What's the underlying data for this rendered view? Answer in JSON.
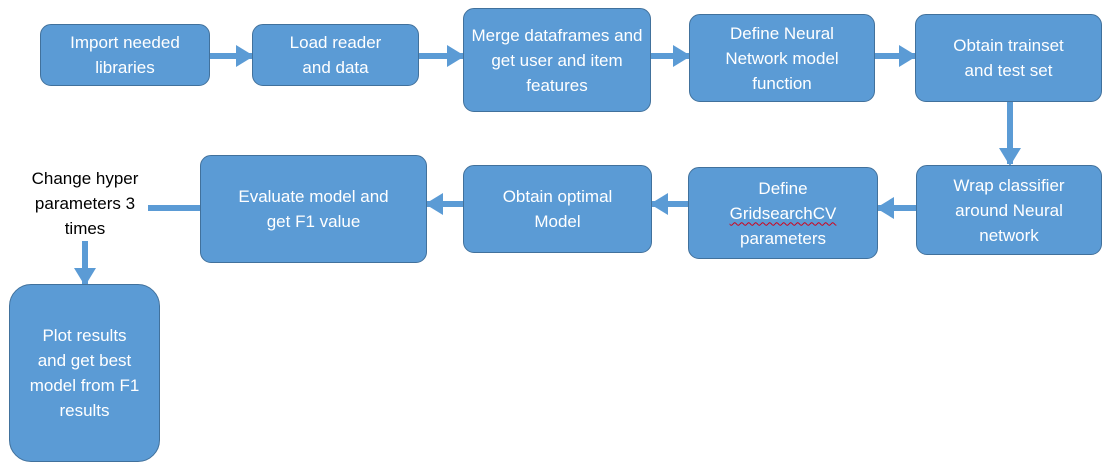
{
  "flowchart": {
    "steps": {
      "import": "Import needed libraries",
      "load": "Load reader and data",
      "merge": "Merge dataframes and get user and item features",
      "define_nn": "Define Neural Network model function",
      "trainset": "Obtain trainset and test set",
      "wrap": "Wrap classifier around Neural network",
      "define_gs_1": "Define",
      "define_gs_2": "GridsearchCV",
      "define_gs_3": "parameters",
      "optimal": "Obtain optimal Model",
      "evaluate": "Evaluate model and get F1 value",
      "plot": "Plot results and get best model from F1 results"
    },
    "note": "Change hyper parameters 3 times"
  },
  "colors": {
    "box_fill": "#5b9bd5",
    "box_border": "#41719c",
    "arrow": "#5b9bd5",
    "box_text": "#ffffff"
  }
}
